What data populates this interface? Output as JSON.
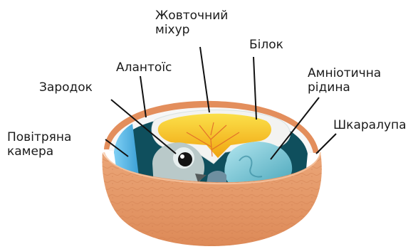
{
  "labels": {
    "yolk_sac": {
      "line1": "Жовточний",
      "line2": "міхур"
    },
    "albumen": "Білок",
    "allantois": "Алантоїс",
    "amniotic_fluid": {
      "line1": "Амніотична",
      "line2": "рідина"
    },
    "embryo": "Зародок",
    "shell": "Шкаралупа",
    "air_cell": {
      "line1": "Повітряна",
      "line2": "камера"
    }
  },
  "colors": {
    "shell_outer": "#e9a070",
    "shell_texture": "#d98a5a",
    "membrane": "#f5f5f5",
    "interior_dark": "#0e4f5e",
    "interior_mid": "#2a7a88",
    "air_cell": "#5bb6e6",
    "yolk": "#f6c21c",
    "albumen": "#f4f4f2",
    "amnion": "#7ec8d6",
    "embryo": "#b9c9c9",
    "leader_line": "#111111"
  }
}
